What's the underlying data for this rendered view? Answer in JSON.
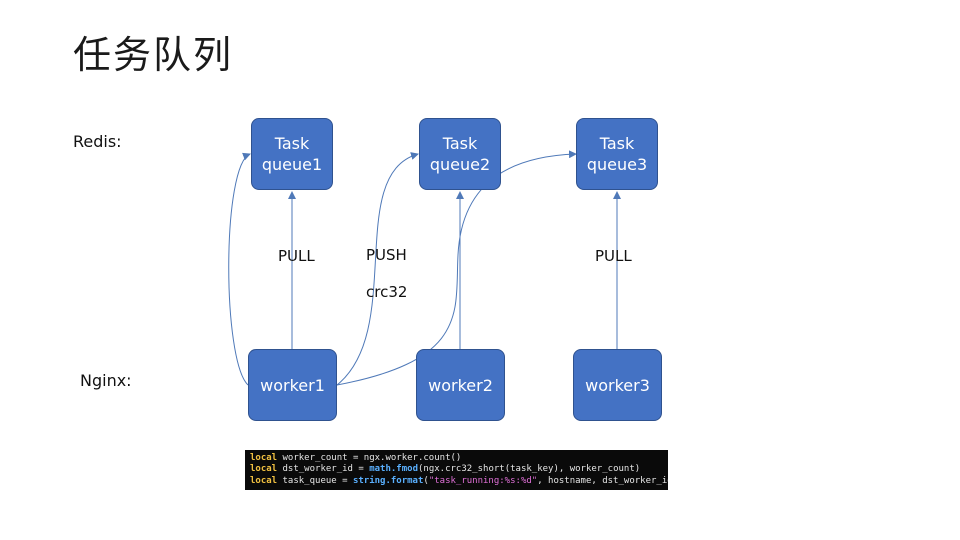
{
  "title": "任务队列",
  "row_labels": {
    "redis": "Redis:",
    "nginx": "Nginx:"
  },
  "queues": [
    {
      "line1": "Task",
      "line2": "queue1"
    },
    {
      "line1": "Task",
      "line2": "queue2"
    },
    {
      "line1": "Task",
      "line2": "queue3"
    }
  ],
  "workers": [
    {
      "label": "worker1"
    },
    {
      "label": "worker2"
    },
    {
      "label": "worker3"
    }
  ],
  "edge_labels": {
    "pull_1": "PULL",
    "push": "PUSH",
    "crc32": "crc32",
    "pull_3": "PULL"
  },
  "colors": {
    "node_fill": "#4472c4",
    "node_border": "#2f528f",
    "arrow": "#4f79b8",
    "code_bg": "#0a0a0a",
    "code_keyword": "#f0c040",
    "code_function": "#5ab0ff",
    "code_string": "#e070d8"
  },
  "code": {
    "line1": {
      "keyword": "local",
      "rest": " worker_count = ngx.worker.count()"
    },
    "line2": {
      "keyword": "local",
      "pre": " dst_worker_id = ",
      "func": "math.fmod",
      "post": "(ngx.crc32_short(task_key), worker_count)"
    },
    "line3": {
      "keyword": "local",
      "pre": " task_queue = ",
      "func": "string.format",
      "paren": "(",
      "str": "\"task_running:%s:%d\"",
      "post": ", hostname, dst_worker_id)"
    }
  }
}
